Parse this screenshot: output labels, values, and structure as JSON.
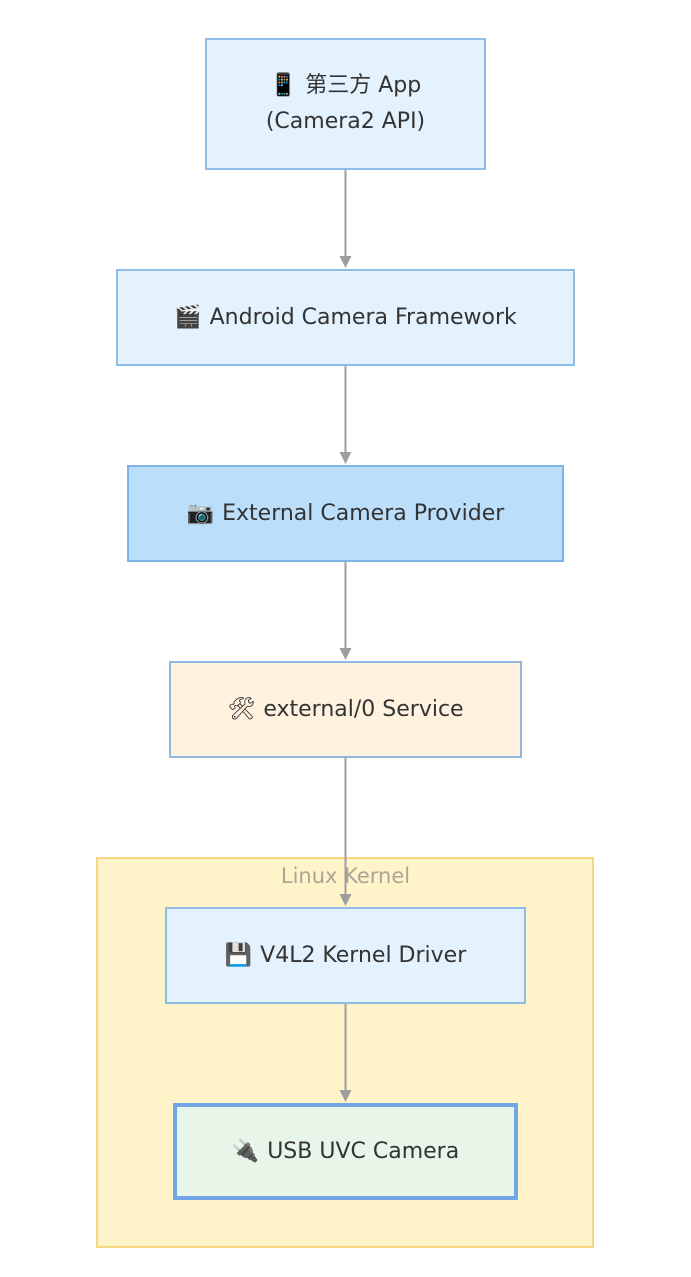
{
  "diagram": {
    "cluster": {
      "label": "Linux Kernel"
    },
    "nodes": {
      "app": {
        "icon": "mobile-phone-icon",
        "icon_glyph": "📱",
        "line1": "第三方 App",
        "line2": "(Camera2 API)"
      },
      "framework": {
        "icon": "clapperboard-icon",
        "icon_glyph": "🎬",
        "label": "Android Camera Framework"
      },
      "provider": {
        "icon": "camera-icon",
        "icon_glyph": "📷",
        "label": "External Camera Provider"
      },
      "service": {
        "icon": "hammer-wrench-icon",
        "icon_glyph": "🛠",
        "label": "external/0 Service"
      },
      "driver": {
        "icon": "floppy-disk-icon",
        "icon_glyph": "💾",
        "label": "V4L2 Kernel Driver"
      },
      "usb": {
        "icon": "plug-icon",
        "icon_glyph": "🔌",
        "label": "USB UVC Camera"
      }
    },
    "colors": {
      "edge": "#9e9e9e",
      "cluster_fill": "#fff4c9",
      "cluster_border": "#f5d681",
      "node_blue_fill": "#e3f2fd",
      "node_provider_fill": "#bbdefb",
      "node_service_fill": "#fff3e0",
      "node_usb_fill": "#e8f5e9"
    }
  }
}
